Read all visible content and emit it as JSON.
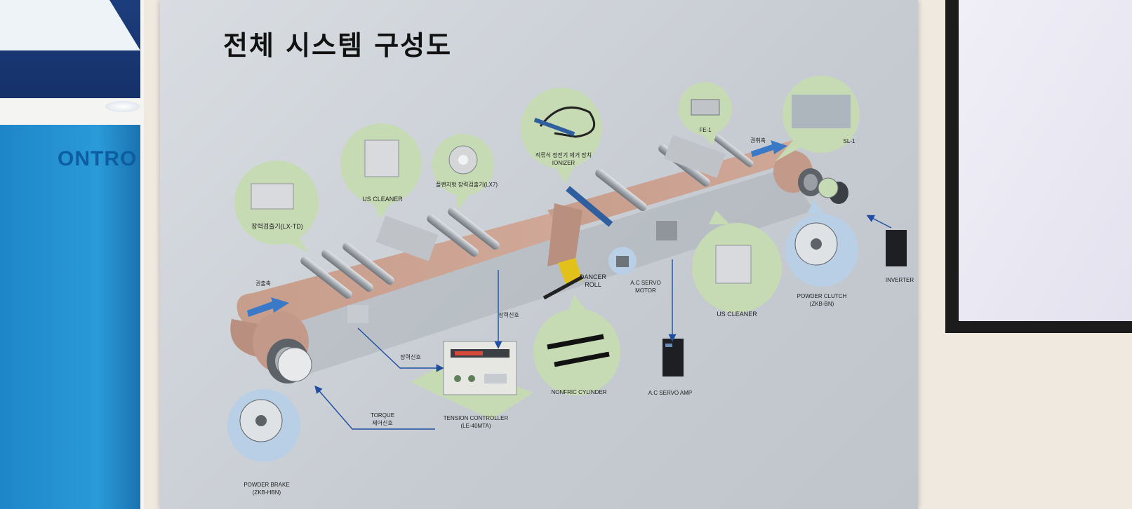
{
  "title": "전체 시스템 구성도",
  "booth_sign": "ONTRO",
  "labels": {
    "tension_detector_td": "장력검출기(LX-TD)",
    "us_cleaner_left": "US CLEANER",
    "flange_detector": "플랜지형 장력검출기(LX7)",
    "ionizer": "직류식 정전기 제거 장치\nIONIZER",
    "fe1": "FE-1",
    "rewind_axis": "권취축",
    "sl1": "SL-1",
    "unwind_axis": "권출축",
    "dancer_roll": "DANCER\nROLL",
    "ac_servo_motor": "A.C SERVO\nMOTOR",
    "us_cleaner_right": "US CLEANER",
    "inverter": "INVERTER",
    "powder_clutch": "POWDER CLUTCH\n(ZKB-BN)",
    "tension_signal_1": "장력신호",
    "tension_signal_2": "장력신호",
    "nonfric_cylinder": "NONFRIC CYLINDER",
    "ac_servo_amp": "A.C SERVO AMP",
    "tension_controller": "TENSION CONTROLLER\n(LE-40MTA)",
    "torque_signal": "TORQUE\n제어신호",
    "powder_brake": "POWDER BRAKE\n(ZKB-HBN)"
  },
  "colors": {
    "board": "#cdd2d7",
    "bubble": "#c9dcb6",
    "web": "#c9a08e",
    "arrow": "#1f4ea0",
    "roller": "#b7bcc2"
  }
}
